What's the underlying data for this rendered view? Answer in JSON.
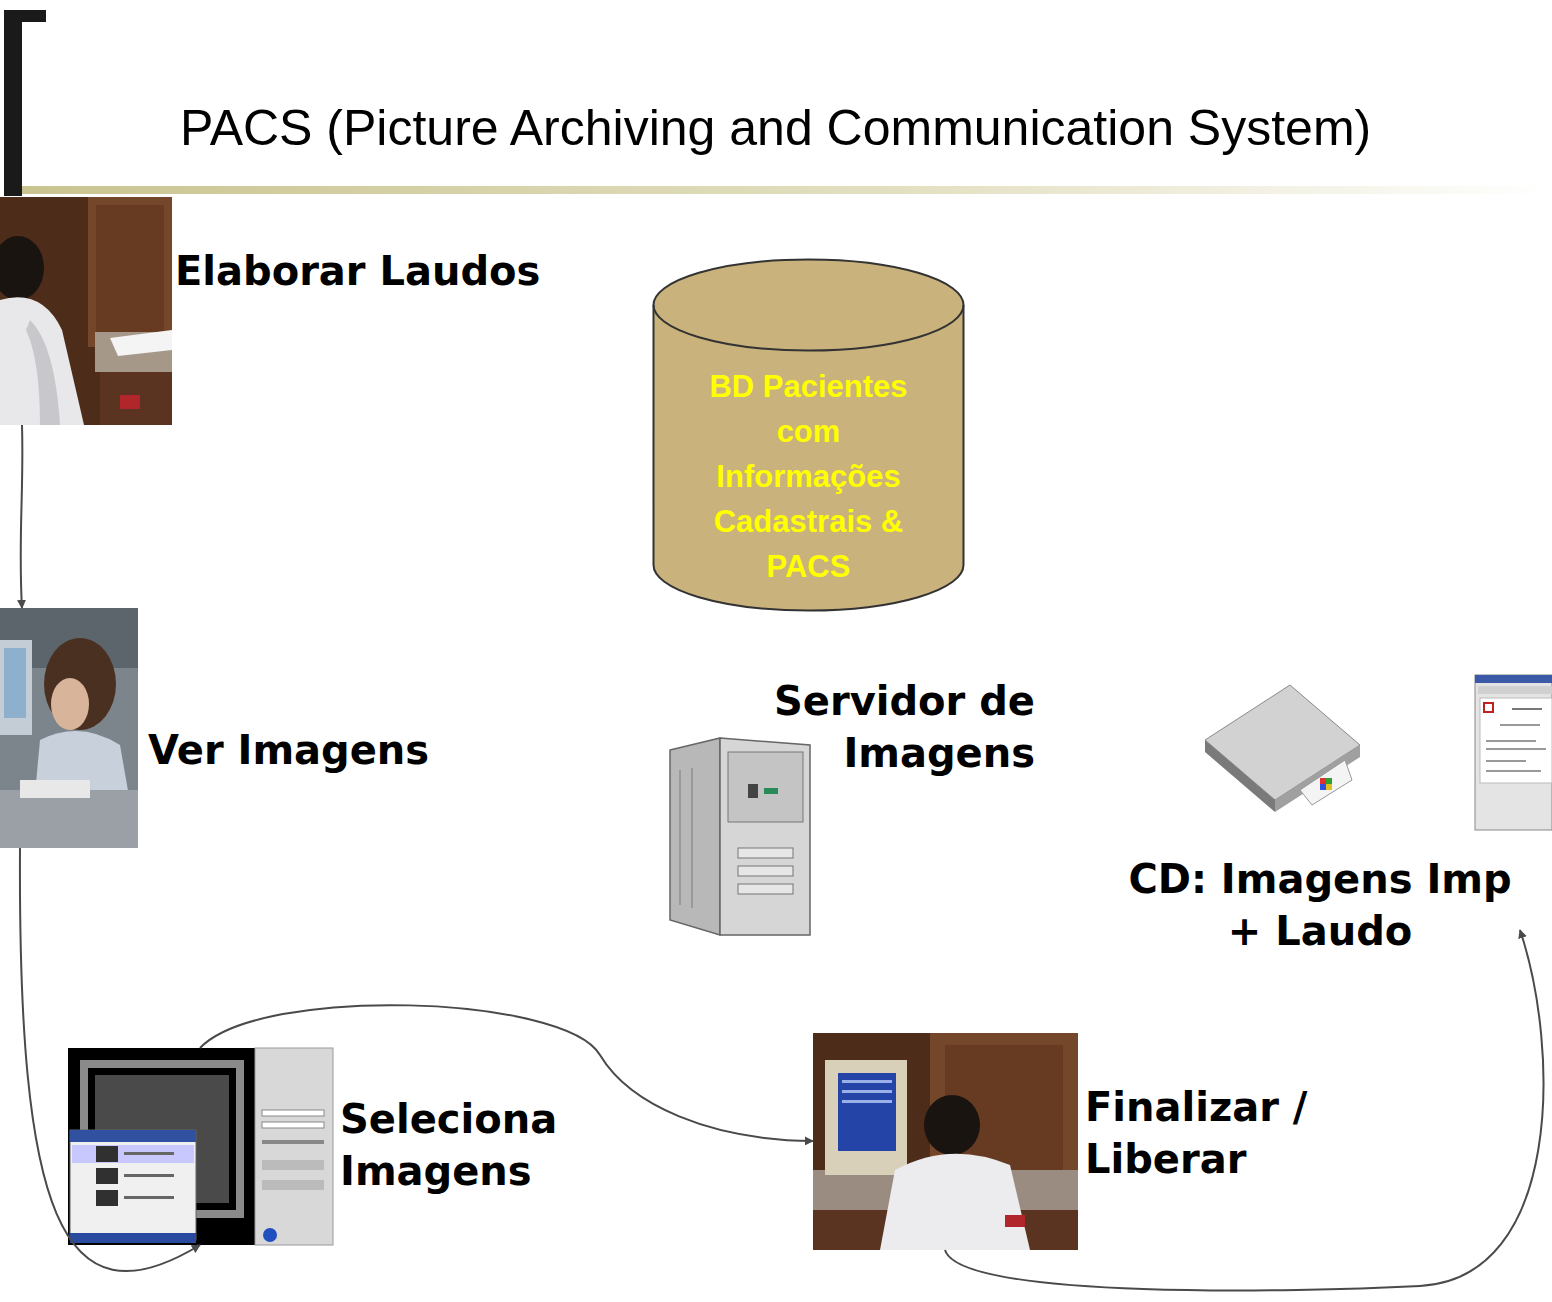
{
  "diagram": {
    "title": "PACS (Picture Archiving and Communication System)",
    "nodes": [
      {
        "text": [
          "Elaborar Laudos"
        ]
      },
      {
        "text": [
          "BD Pacientes com Informações Cadastrais & PACS"
        ]
      },
      {
        "text": [
          "Ver Imagens"
        ]
      },
      {
        "text": [
          "Servidor de Imagens"
        ]
      },
      {
        "text": [
          "CD: Imagens Imp + Laudo"
        ]
      },
      {
        "text": [
          "Seleciona Imagens"
        ]
      },
      {
        "text": [
          "Finalizar / Liberar"
        ]
      }
    ],
    "edges": [
      {
        "from": 0,
        "to": 2,
        "arrow": "to"
      },
      {
        "from": 2,
        "to": 5,
        "arrow": "to"
      },
      {
        "from": 5,
        "to": 6,
        "arrow": "to"
      },
      {
        "from": 6,
        "to": 4,
        "arrow": "to"
      }
    ]
  }
}
